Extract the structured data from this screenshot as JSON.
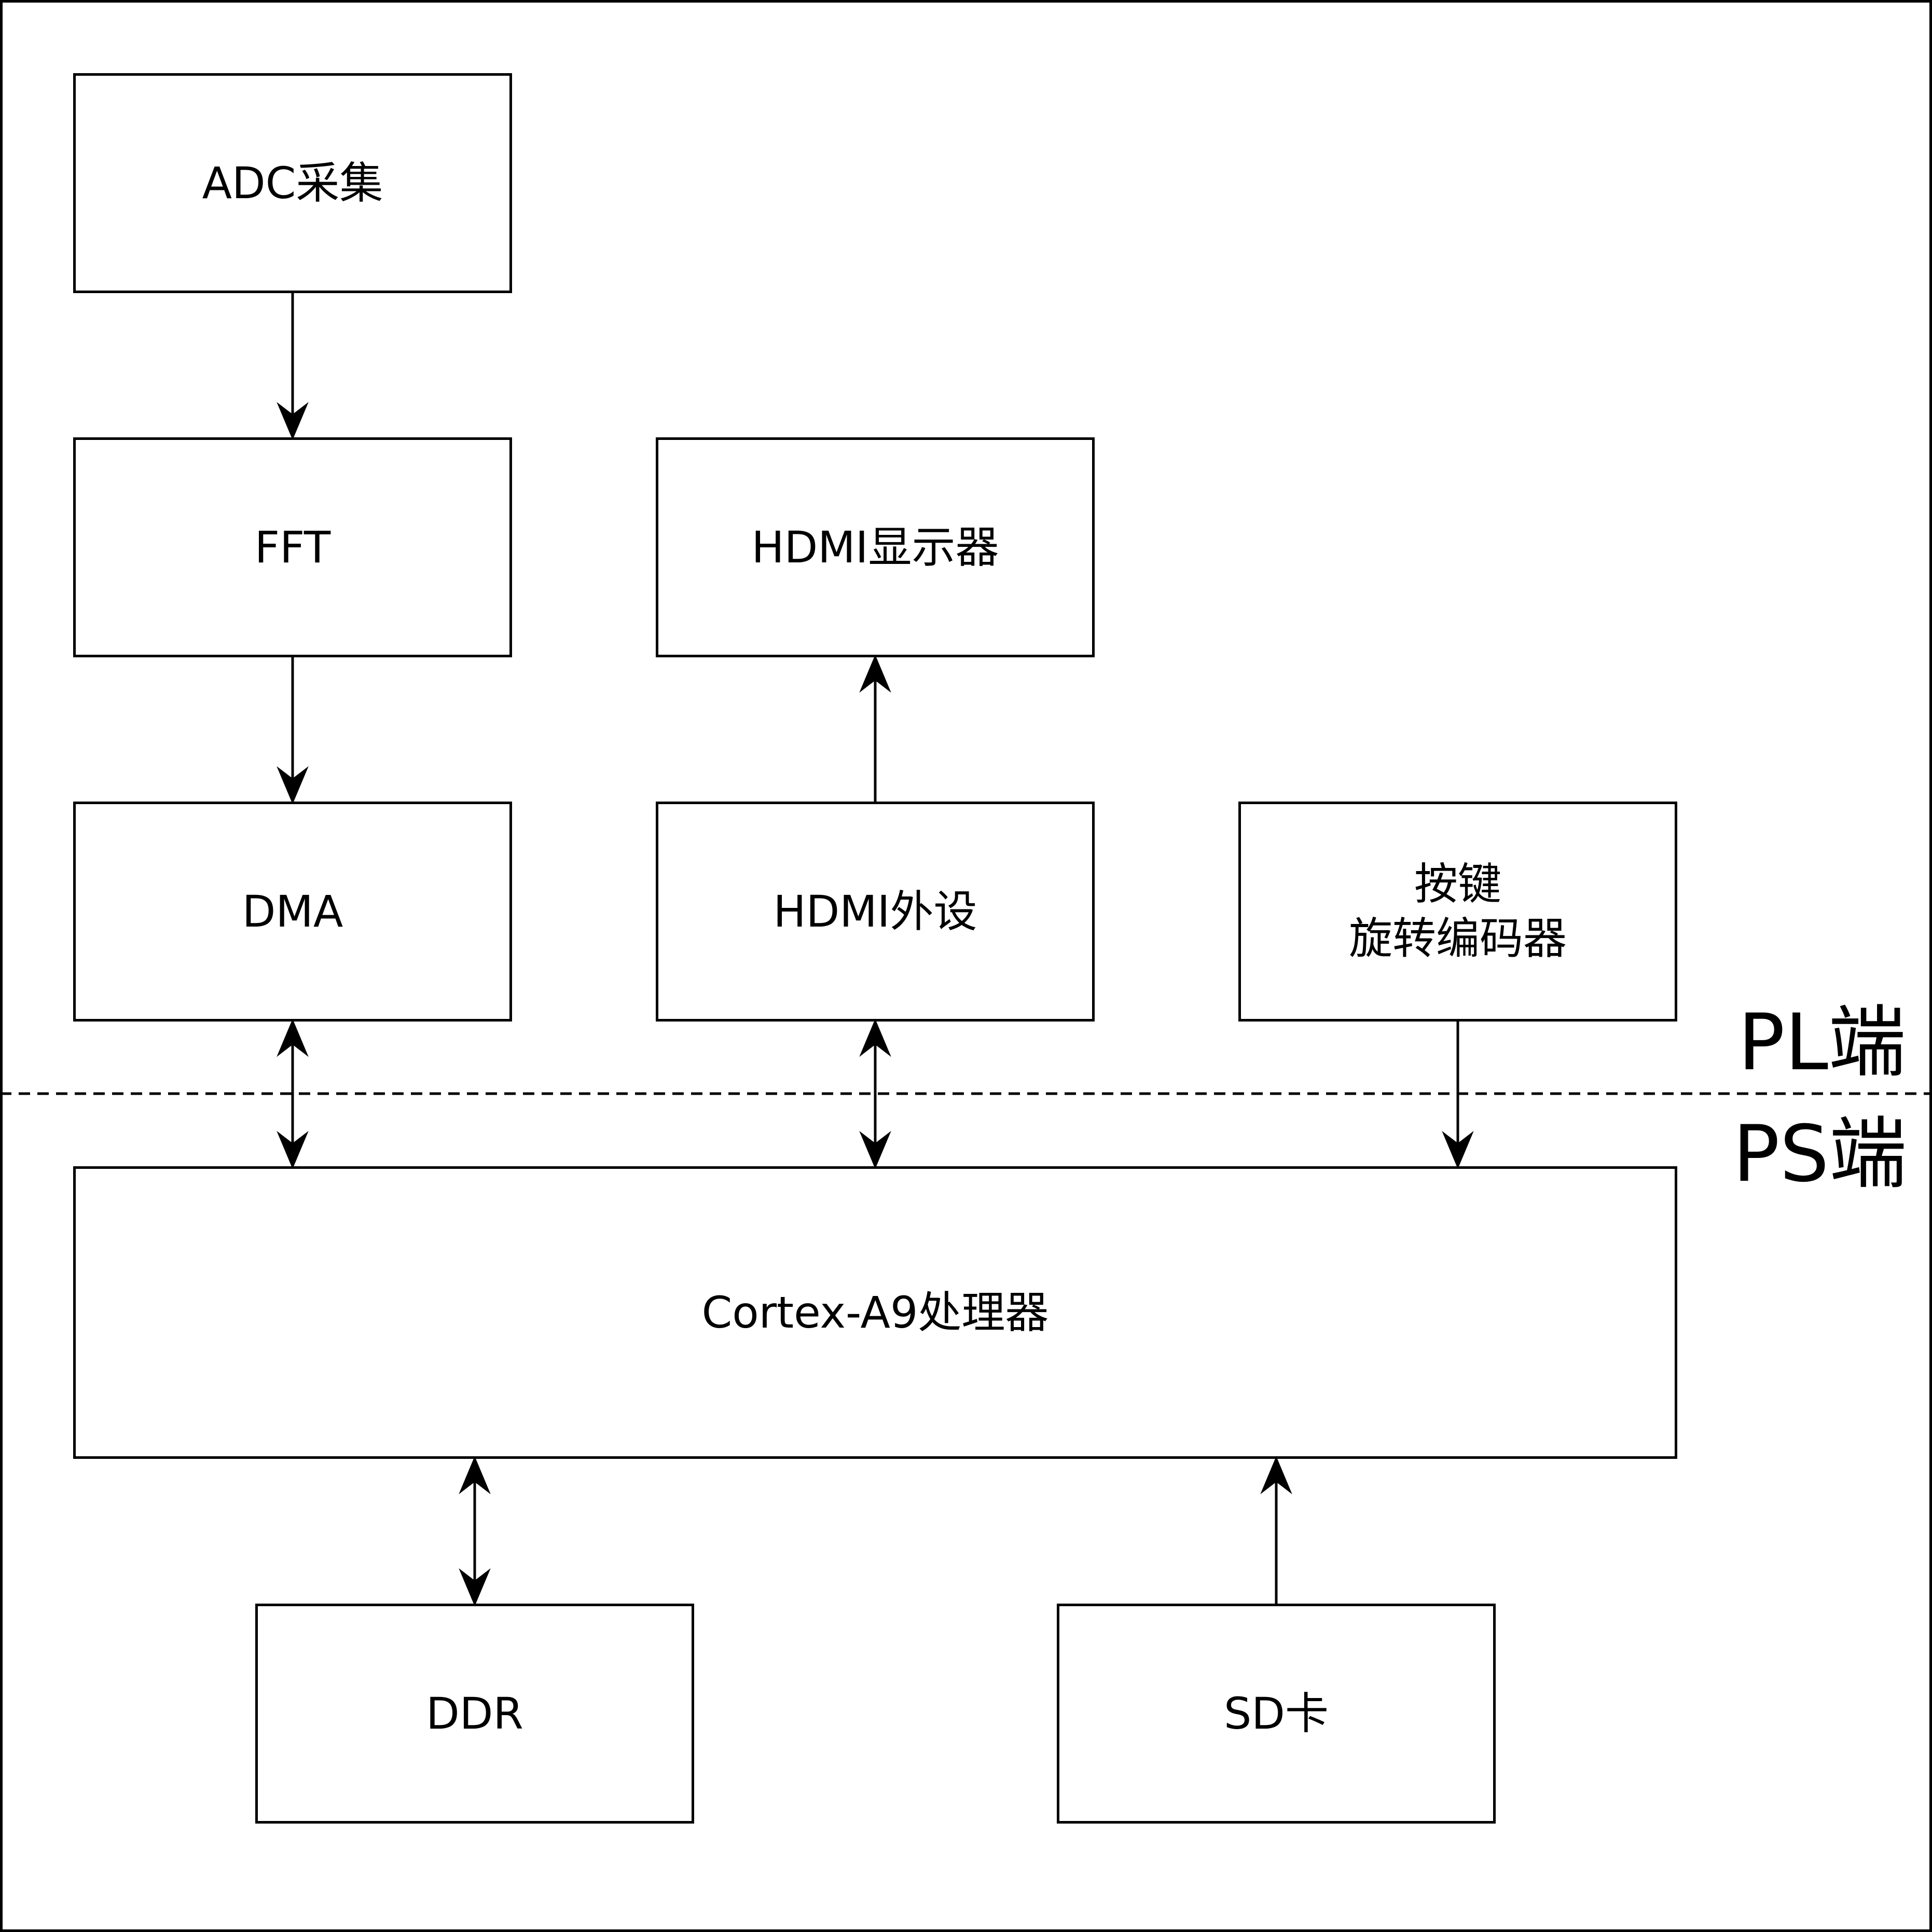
{
  "nodes": {
    "adc": {
      "label": "ADC采集"
    },
    "fft": {
      "label": "FFT"
    },
    "dma": {
      "label": "DMA"
    },
    "hdmi_display": {
      "label": "HDMI显示器"
    },
    "hdmi_peripheral": {
      "label": "HDMI外设"
    },
    "keys": {
      "line1": "按键",
      "line2": "旋转编码器"
    },
    "cpu": {
      "label": "Cortex-A9处理器"
    },
    "ddr": {
      "label": "DDR"
    },
    "sd": {
      "label": "SD卡"
    }
  },
  "zones": {
    "pl": "PL端",
    "ps": "PS端"
  },
  "edges": [
    {
      "from": "adc",
      "to": "fft",
      "direction": "forward"
    },
    {
      "from": "fft",
      "to": "dma",
      "direction": "forward"
    },
    {
      "from": "dma",
      "to": "cpu",
      "direction": "both"
    },
    {
      "from": "hdmi_peripheral",
      "to": "hdmi_display",
      "direction": "forward"
    },
    {
      "from": "hdmi_peripheral",
      "to": "cpu",
      "direction": "both"
    },
    {
      "from": "keys",
      "to": "cpu",
      "direction": "forward"
    },
    {
      "from": "cpu",
      "to": "ddr",
      "direction": "both"
    },
    {
      "from": "sd",
      "to": "cpu",
      "direction": "forward"
    }
  ],
  "colors": {
    "stroke": "#000000",
    "background": "#ffffff"
  }
}
